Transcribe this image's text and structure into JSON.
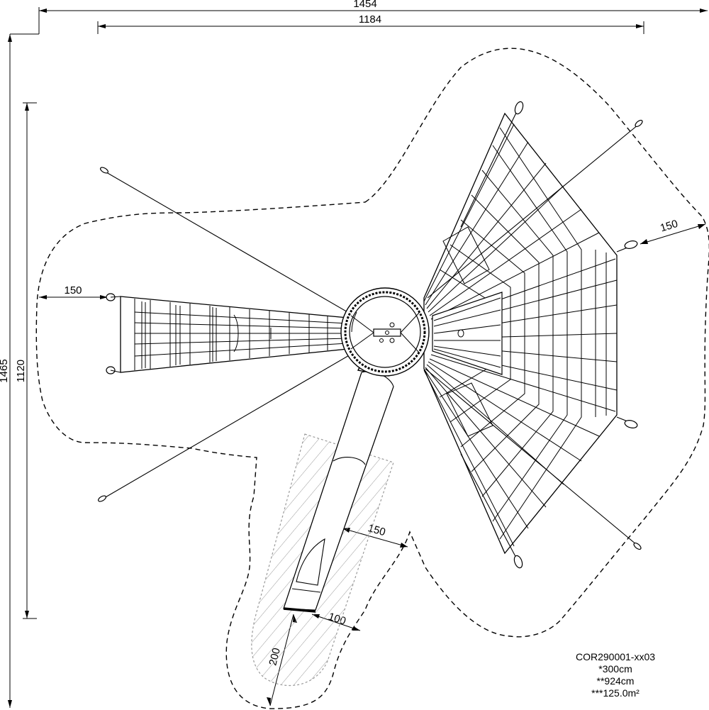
{
  "dimensions": {
    "overall_width": "1454",
    "inner_width": "1184",
    "overall_height": "1465",
    "inner_height": "1120",
    "left_clearance": "150",
    "right_clearance": "150",
    "slide_clearance": "150",
    "slide_end_width": "100",
    "slide_runout": "200"
  },
  "specs": {
    "code": "COR290001-xx03",
    "height": "*300cm",
    "length": "**924cm",
    "area": "***125.0m²"
  },
  "colors": {
    "line": "#000000",
    "hatch": "#9a9a9a",
    "background": "#ffffff"
  }
}
